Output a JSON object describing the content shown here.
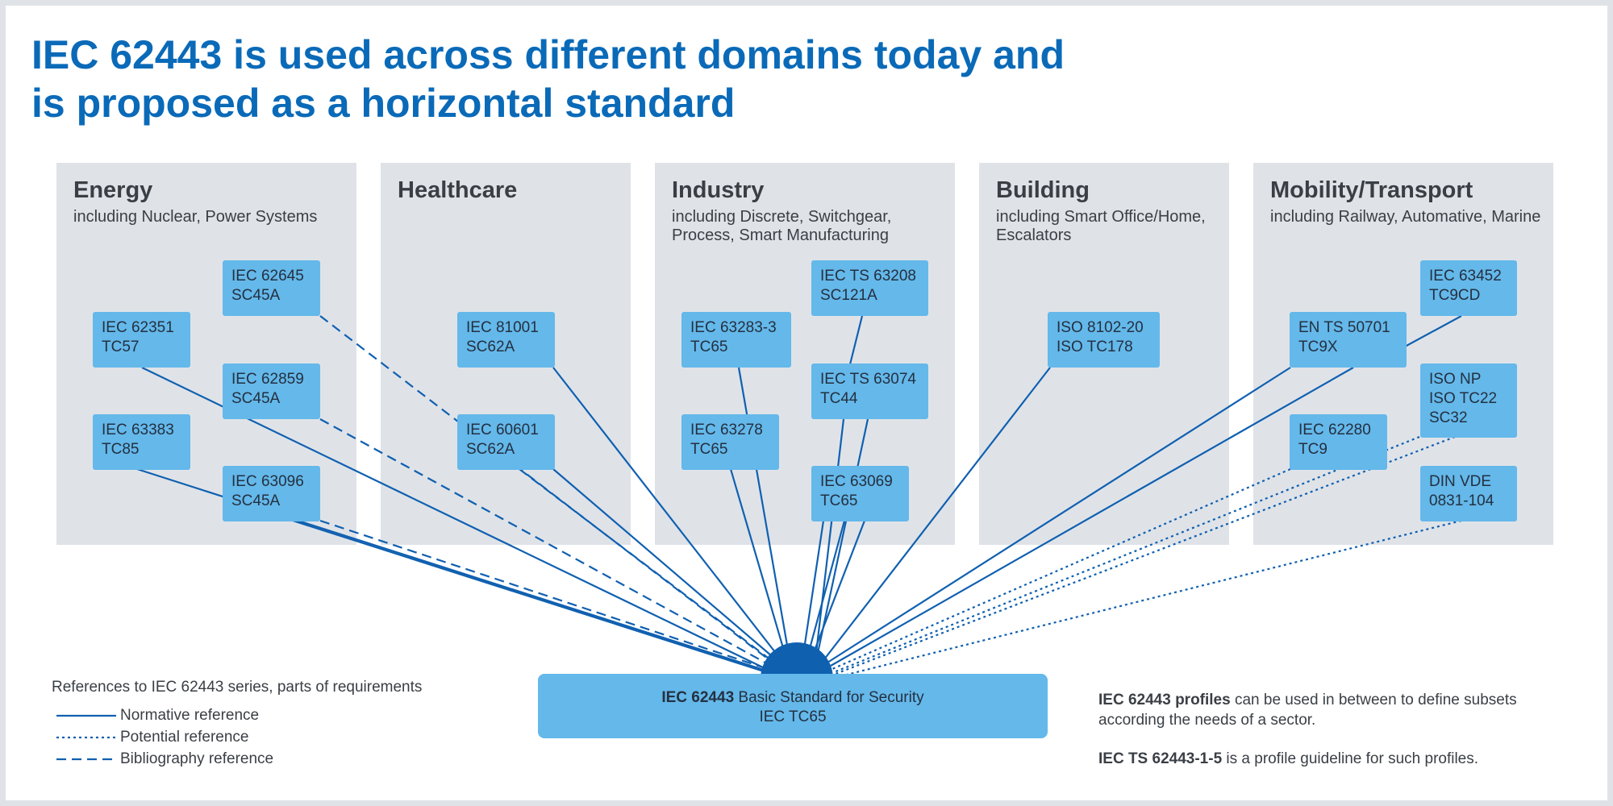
{
  "title": {
    "line1": "IEC 62443 is used across different domains today and",
    "line2": "is proposed as a horizontal standard"
  },
  "colors": {
    "title": "#0a6ab8",
    "line": "#1060b0",
    "box": "#64b8ea",
    "panel": "#dfe3e8",
    "text": "#3a3f45"
  },
  "domains": [
    {
      "name": "Energy",
      "sub": "including Nuclear, Power Systems"
    },
    {
      "name": "Healthcare",
      "sub": ""
    },
    {
      "name": "Industry",
      "sub": "including Discrete, Switchgear, Process, Smart Manufacturing"
    },
    {
      "name": "Building",
      "sub": "including Smart Office/Home, Escalators"
    },
    {
      "name": "Mobility/Transport",
      "sub": "including Railway, Automative, Marine"
    }
  ],
  "standards": [
    {
      "line1": "IEC 62645",
      "line2": "SC45A",
      "line3": "",
      "reference": "bibliography"
    },
    {
      "line1": "IEC 62351",
      "line2": "TC57",
      "line3": "",
      "reference": "normative"
    },
    {
      "line1": "IEC 62859",
      "line2": "SC45A",
      "line3": "",
      "reference": "bibliography"
    },
    {
      "line1": "IEC 63383",
      "line2": "TC85",
      "line3": "",
      "reference": "normative"
    },
    {
      "line1": "IEC 63096",
      "line2": "SC45A",
      "line3": "",
      "reference": "normative and bibliography"
    },
    {
      "line1": "IEC 81001",
      "line2": "SC62A",
      "line3": "",
      "reference": "normative"
    },
    {
      "line1": "IEC 60601",
      "line2": "SC62A",
      "line3": "",
      "reference": "normative and bibliography"
    },
    {
      "line1": "IEC 63283-3",
      "line2": "TC65",
      "line3": "",
      "reference": "normative"
    },
    {
      "line1": "IEC TS 63208",
      "line2": "SC121A",
      "line3": "",
      "reference": "normative"
    },
    {
      "line1": "IEC TS 63074",
      "line2": "TC44",
      "line3": "",
      "reference": "normative"
    },
    {
      "line1": "IEC 63278",
      "line2": "TC65",
      "line3": "",
      "reference": "normative"
    },
    {
      "line1": "IEC 63069",
      "line2": "TC65",
      "line3": "",
      "reference": "normative"
    },
    {
      "line1": "ISO 8102-20",
      "line2": "ISO TC178",
      "line3": "",
      "reference": "normative"
    },
    {
      "line1": "EN TS 50701",
      "line2": "TC9X",
      "line3": "",
      "reference": "normative"
    },
    {
      "line1": "IEC 63452",
      "line2": "TC9CD",
      "line3": "",
      "reference": "normative"
    },
    {
      "line1": "ISO NP",
      "line2": "ISO TC22",
      "line3": "SC32",
      "reference": "potential"
    },
    {
      "line1": "IEC 62280",
      "line2": "TC9",
      "line3": "",
      "reference": "potential"
    },
    {
      "line1": "DIN VDE",
      "line2": "0831-104",
      "line3": "",
      "reference": "potential"
    }
  ],
  "base": {
    "bold": "IEC 62443",
    "rest": " Basic Standard for Security",
    "line2": "IEC TC65"
  },
  "legend": {
    "title": "References to IEC 62443 series, parts of requirements",
    "normative": "Normative reference",
    "potential": "Potential reference",
    "bibliography": "Bibliography reference"
  },
  "notes": {
    "profiles_bold": "IEC 62443 profiles",
    "profiles_rest": " can be used in between to define subsets according the needs of a sector.",
    "guideline_bold": "IEC TS 62443-1-5",
    "guideline_rest": " is a profile guideline for such profiles."
  }
}
